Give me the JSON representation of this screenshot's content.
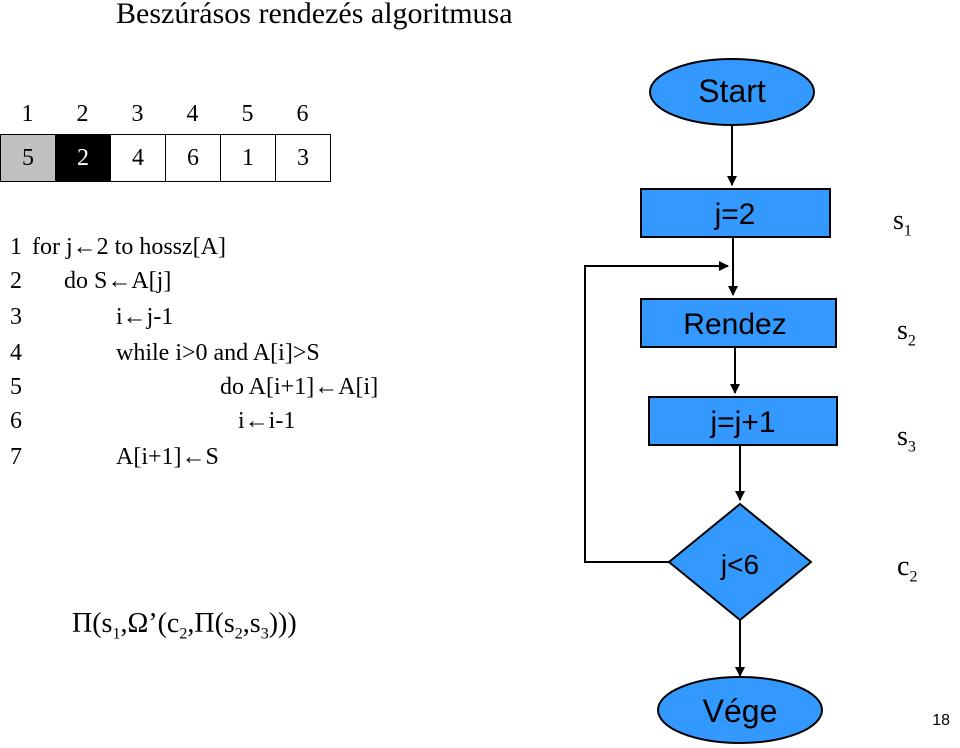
{
  "title": "Beszúrásos rendezés algoritmusa",
  "indices": [
    "1",
    "2",
    "3",
    "4",
    "5",
    "6"
  ],
  "array": [
    "5",
    "2",
    "4",
    "6",
    "1",
    "3"
  ],
  "code": [
    {
      "num": "1",
      "text": "for j←2 to hossz[A]"
    },
    {
      "num": "2",
      "text": "do S←A[j]"
    },
    {
      "num": "3",
      "text": "i←j-1"
    },
    {
      "num": "4",
      "text": "while i>0 and A[i]>S"
    },
    {
      "num": "5",
      "text": "do A[i+1]←A[i]"
    },
    {
      "num": "6",
      "text": "i←i-1"
    },
    {
      "num": "7",
      "text": "A[i+1]←S"
    }
  ],
  "formula": {
    "p1": "Π(s",
    "s1": "1",
    "p2": ",Ω’(c",
    "s2": "2",
    "p3": ",Π(s",
    "s3": "2",
    "p4": ",s",
    "s4": "3",
    "p5": ")))"
  },
  "flowchart": {
    "start": "Start",
    "init": "j=2",
    "body": "Rendez",
    "step": "j=j+1",
    "cond": "j<6",
    "end": "Vége",
    "fill_color": "#3399ff"
  },
  "labels": {
    "s1": {
      "base": "s",
      "sub": "1"
    },
    "s2": {
      "base": "s",
      "sub": "2"
    },
    "s3": {
      "base": "s",
      "sub": "3"
    },
    "c2": {
      "base": "c",
      "sub": "2"
    }
  },
  "page_number": "18"
}
